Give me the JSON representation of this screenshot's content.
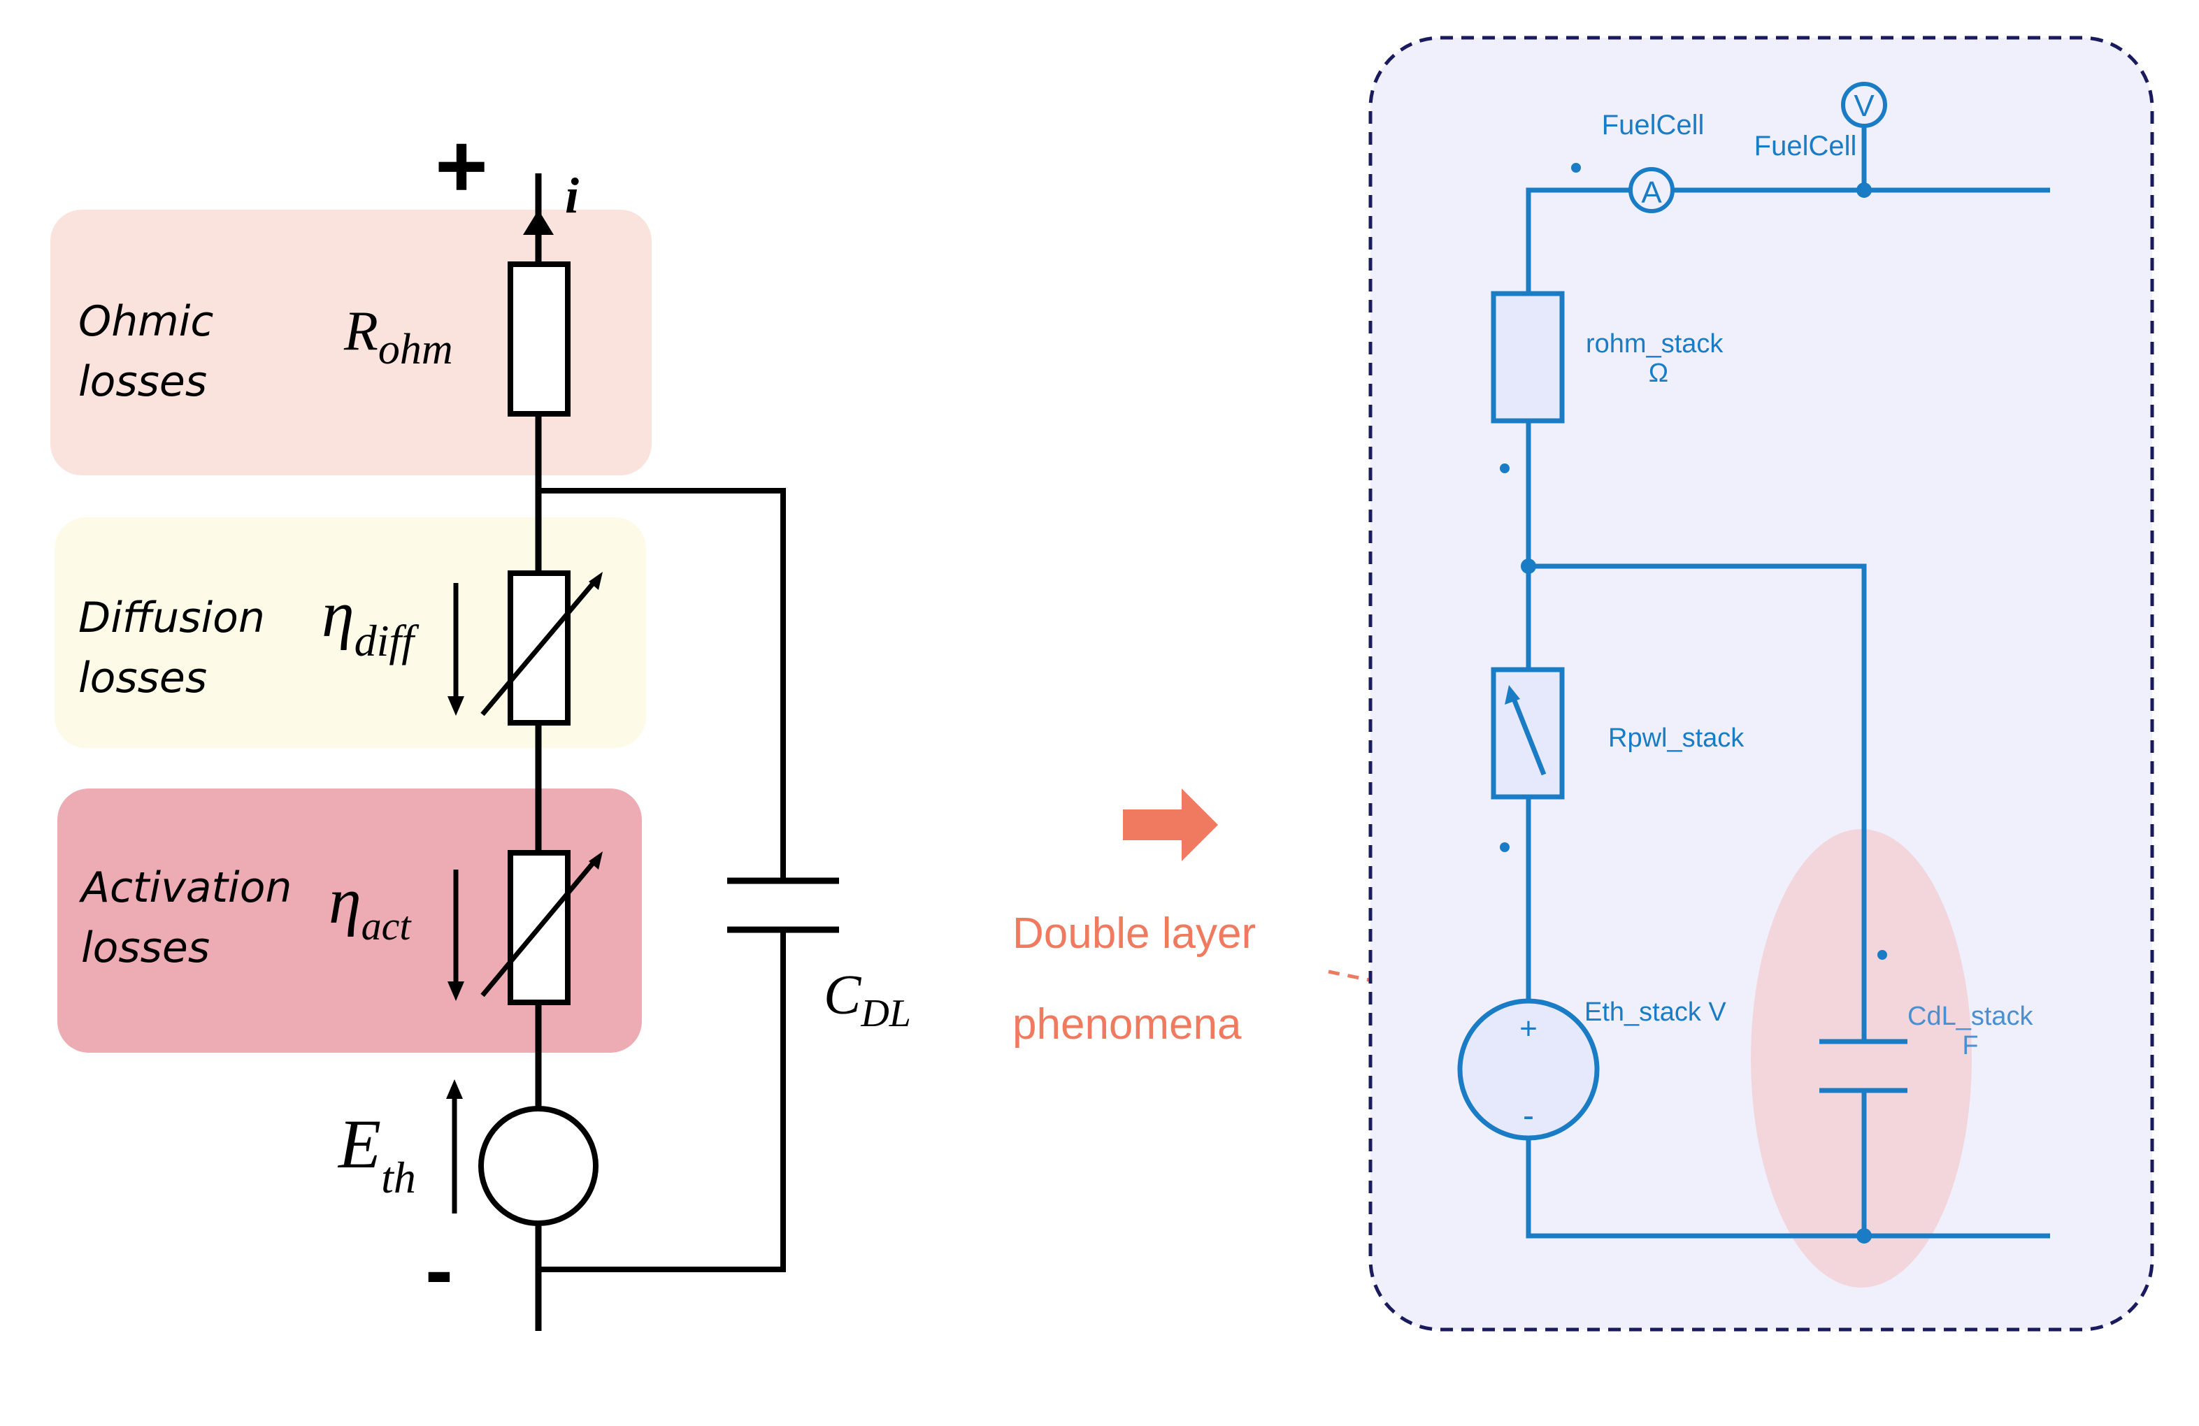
{
  "left_circuit": {
    "plus_sign": "+",
    "minus_sign": "-",
    "current_label": "i",
    "ohmic": {
      "text_line1": "Ohmic",
      "text_line2": "losses",
      "symbol_main": "R",
      "symbol_sub": "ohm"
    },
    "diffusion": {
      "text_line1": "Diffusion",
      "text_line2": "losses",
      "symbol_main": "η",
      "symbol_sub": "diff"
    },
    "activation": {
      "text_line1": "Activation",
      "text_line2": "losses",
      "symbol_main": "η",
      "symbol_sub": "act"
    },
    "source": {
      "symbol_main": "E",
      "symbol_sub": "th"
    },
    "capacitor": {
      "symbol_main": "C",
      "symbol_sub": "DL"
    }
  },
  "annotation": {
    "line1": "Double layer",
    "line2": "phenomena"
  },
  "right_circuit": {
    "ammeter_name": "FuelCell",
    "ammeter_symbol": "A",
    "voltmeter_name": "FuelCell",
    "voltmeter_symbol": "V",
    "resistor_name": "rohm_stack",
    "resistor_unit": "Ω",
    "variable_resistor_name": "Rpwl_stack",
    "source_name": "Eth_stack V",
    "source_plus": "+",
    "source_minus": "-",
    "capacitor_name": "CdL_stack",
    "capacitor_unit": "F"
  },
  "colors": {
    "ohmic_bg": "#fbe3dd",
    "diffusion_bg": "#fdfbe8",
    "activation_bg": "#edacb3",
    "arrow_orange": "#f07a5f",
    "simulink_blue": "#1a7cc4",
    "panel_bg": "#f0f0fd",
    "panel_border": "#1a1a5e",
    "highlight_ellipse": "#f3d6dc"
  }
}
